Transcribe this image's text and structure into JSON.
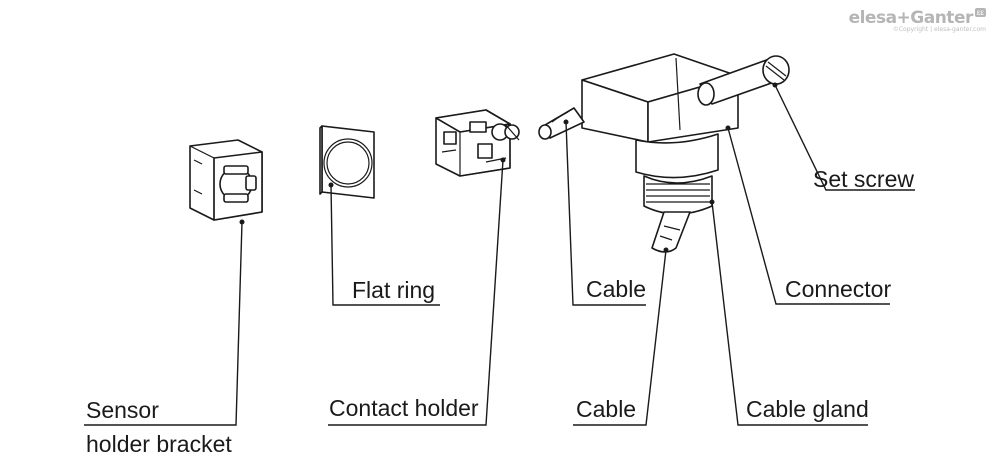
{
  "brand": {
    "logo_text": "elesa+Ganter",
    "badge": "εε",
    "copyright": "©Copyright | elesa-ganter.com"
  },
  "labels": {
    "set_screw": "Set screw",
    "connector": "Connector",
    "flat_ring": "Flat ring",
    "cable_top": "Cable",
    "sensor_line1": "Sensor",
    "sensor_line2": "holder bracket",
    "contact_holder": "Contact holder",
    "cable_bottom": "Cable",
    "cable_gland": "Cable gland"
  }
}
